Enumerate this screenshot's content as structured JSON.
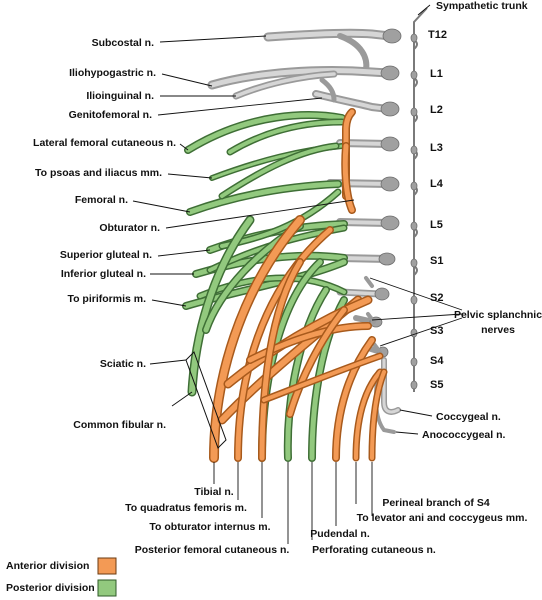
{
  "labels": {
    "sympathetic_trunk": "Sympathetic trunk",
    "subcostal": "Subcostal n.",
    "iliohypogastric": "Iliohypogastric n.",
    "ilioinguinal": "Ilioinguinal n.",
    "genitofemoral": "Genitofemoral n.",
    "lateral_femoral_cutaneous": "Lateral femoral cutaneous n.",
    "to_psoas_iliacus": "To psoas and iliacus mm.",
    "femoral": "Femoral n.",
    "obturator": "Obturator n.",
    "superior_gluteal": "Superior gluteal n.",
    "inferior_gluteal": "Inferior gluteal n.",
    "to_piriformis": "To piriformis m.",
    "sciatic": "Sciatic n.",
    "common_fibular": "Common fibular n.",
    "tibial": "Tibial n.",
    "to_quadratus_femoris": "To quadratus femoris m.",
    "to_obturator_internus": "To obturator internus m.",
    "posterior_femoral_cutaneous": "Posterior femoral cutaneous n.",
    "pudendal": "Pudendal n.",
    "perforating_cutaneous": "Perforating cutaneous n.",
    "perineal_branch_s4": "Perineal branch of S4",
    "to_levator_ani": "To levator ani and coccygeus mm.",
    "pelvic_splanchnic_1": "Pelvic splanchnic",
    "pelvic_splanchnic_2": "nerves",
    "coccygeal": "Coccygeal n.",
    "anococcygeal": "Anococcygeal n."
  },
  "levels": [
    "T12",
    "L1",
    "L2",
    "L3",
    "L4",
    "L5",
    "S1",
    "S2",
    "S3",
    "S4",
    "S5"
  ],
  "legend": {
    "anterior": "Anterior division",
    "posterior": "Posterior division"
  },
  "colors": {
    "anterior_division": "#f39a55",
    "posterior_division": "#92c97e",
    "nerve_root": "#c9c9c9",
    "sympathetic_trunk": "#9a9a9a"
  }
}
